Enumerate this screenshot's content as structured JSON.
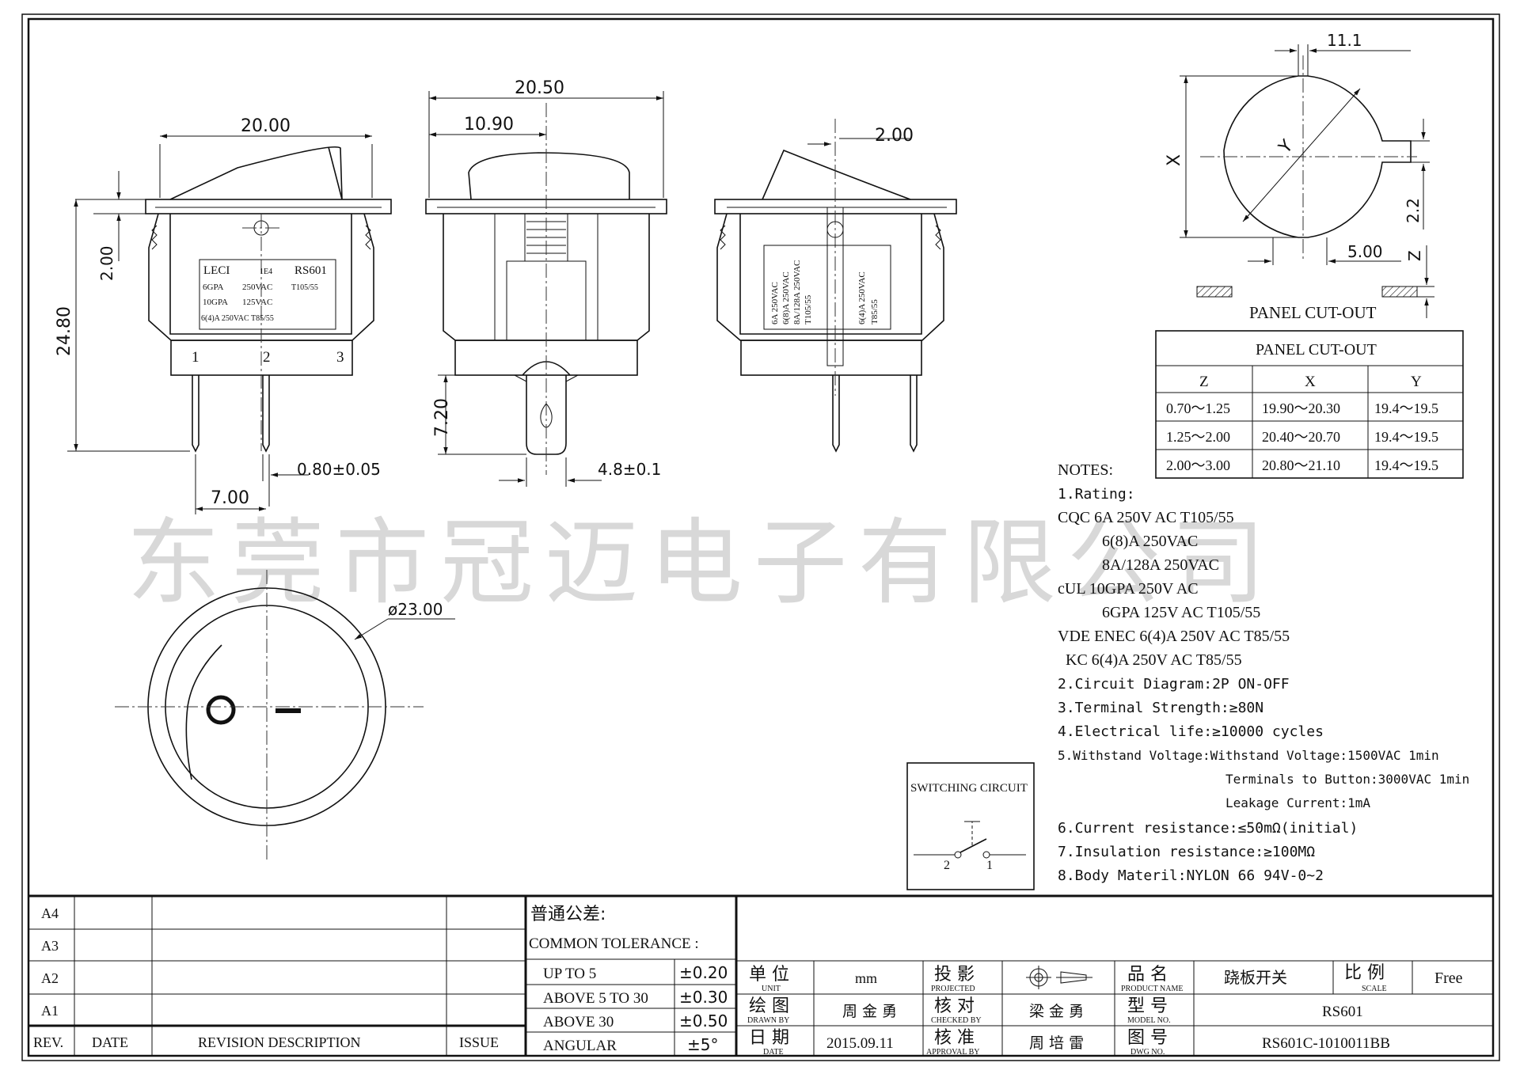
{
  "watermark": "东莞市冠迈电子有限公司",
  "dimensions": {
    "front_width": "20.00",
    "overall_width": "20.50",
    "half_width": "10.90",
    "side_thickness": "2.00",
    "flange": "2.00",
    "height": "24.80",
    "terminal_len": "7.20",
    "pin_thickness": "0.80±0.05",
    "pin_pitch": "7.00",
    "terminal_width": "4.8±0.1",
    "diameter": "ø23.00",
    "cut_width": "11.1",
    "cut_x": "X",
    "cut_y": "Y",
    "cut_key": "2.2",
    "cut_key_w": "5.00",
    "cut_z": "Z"
  },
  "body_label": {
    "line1": [
      "LECI",
      "1E4",
      "RS601"
    ],
    "line2": [
      "6GPA",
      "250VAC",
      "T105/55"
    ],
    "line3": [
      "10GPA",
      "125VAC"
    ],
    "line4": "6(4)A 250VAC T85/55"
  },
  "side_label": {
    "col1": "6A    250VAC",
    "col2": "6(8)A 250VAC",
    "col3": "8A/128A 250VAC",
    "col4": "T105/55",
    "col5": "6(4)A 250VAC",
    "col6": "T85/55"
  },
  "pins": [
    "1",
    "2",
    "3"
  ],
  "panel_cutout": {
    "caption": "PANEL CUT-OUT",
    "title": "PANEL CUT-OUT",
    "headers": [
      "Z",
      "X",
      "Y"
    ],
    "rows": [
      [
        "0.70～1.25",
        "19.90～20.30",
        "19.4～19.5"
      ],
      [
        "1.25～2.00",
        "20.40～20.70",
        "19.4～19.5"
      ],
      [
        "2.00～3.00",
        "20.80～21.10",
        "19.4～19.5"
      ]
    ]
  },
  "notes": {
    "title": "NOTES:",
    "lines": [
      "1.Rating:",
      "CQC  6A 250V AC T105/55",
      "6(8)A 250VAC",
      "8A/128A 250VAC",
      "cUL  10GPA 250V AC",
      "6GPA 125V AC  T105/55",
      "VDE  ENEC 6(4)A 250V AC T85/55",
      "KC  6(4)A 250V AC T85/55",
      "2.Circuit Diagram:2P  ON-OFF",
      "3.Terminal Strength:≥80N",
      "4.Electrical life:≥10000 cycles",
      "5.Withstand Voltage:Withstand Voltage:1500VAC 1min",
      "Terminals to Button:3000VAC 1min",
      "Leakage Current:1mA",
      "6.Current resistance:≤50mΩ(initial)",
      "7.Insulation resistance:≥100MΩ",
      "8.Body Materil:NYLON 66 94V-0~2"
    ]
  },
  "switching_circuit": {
    "title": "SWITCHING CIRCUIT",
    "pin_left": "2",
    "pin_right": "1"
  },
  "title_block": {
    "rev_rows": [
      "A4",
      "A3",
      "A2",
      "A1"
    ],
    "rev_header": [
      "REV.",
      "DATE",
      "REVISION DESCRIPTION",
      "ISSUE"
    ],
    "tolerance_title_cn": "普通公差:",
    "tolerance_title_en": "COMMON TOLERANCE :",
    "tolerances": [
      [
        "UP TO 5",
        "±0.20"
      ],
      [
        "ABOVE 5 TO 30",
        "±0.30"
      ],
      [
        "ABOVE 30",
        "±0.50"
      ],
      [
        "ANGULAR",
        "±5°"
      ]
    ],
    "unit_cn": "单 位",
    "unit_en": "UNIT",
    "unit_val": "mm",
    "proj_cn": "投 影",
    "proj_en": "PROJECTED",
    "pname_cn": "品 名",
    "pname_en": "PRODUCT NAME",
    "pname_val": "跷板开关",
    "scale_cn": "比 例",
    "scale_en": "SCALE",
    "scale_val": "Free",
    "drawn_cn": "绘 图",
    "drawn_en": "DRAWN BY",
    "drawn_val": "周 金 勇",
    "checked_cn": "核 对",
    "checked_en": "CHECKED BY",
    "checked_val": "梁 金 勇",
    "model_cn": "型 号",
    "model_en": "MODEL NO.",
    "model_val": "RS601",
    "date_cn": "日 期",
    "date_en": "DATE",
    "date_val": "2015.09.11",
    "approval_cn": "核 准",
    "approval_en": "APPROVAL BY",
    "approval_val": "周 培 雷",
    "dwg_cn": "图 号",
    "dwg_en": "DWG NO.",
    "dwg_val": "RS601C-1010011BB"
  }
}
